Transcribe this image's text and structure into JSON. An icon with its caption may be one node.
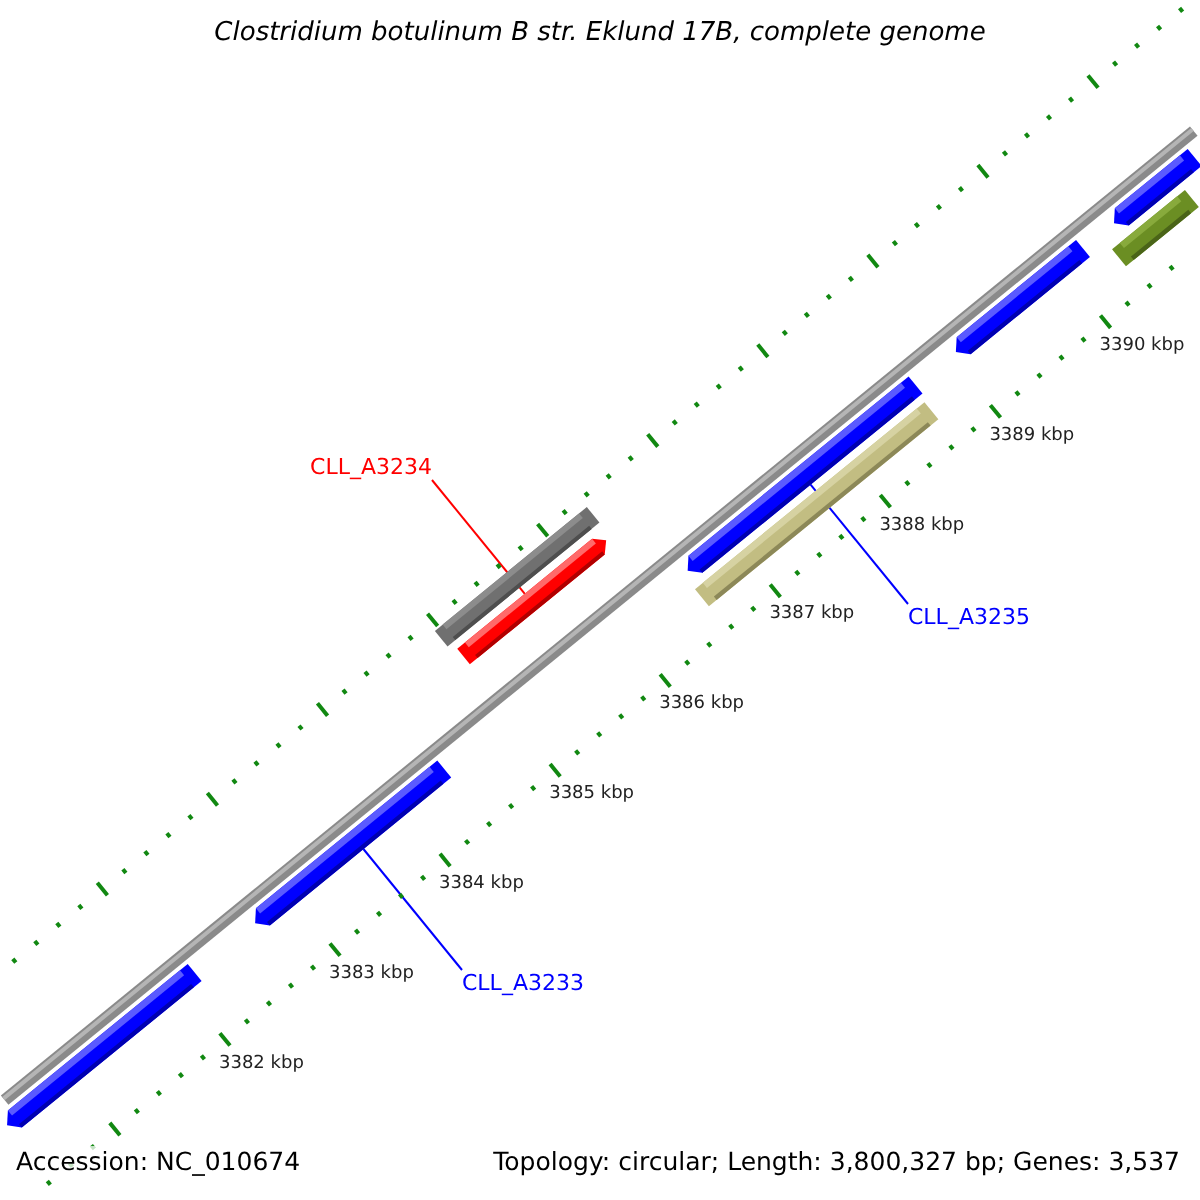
{
  "diagram": {
    "title": "Clostridium botulinum B str. Eklund 17B, complete genome",
    "nodes": [
      {
        "text": [
          "CLL_A3234"
        ]
      },
      {
        "text": [
          "CLL_A3235"
        ]
      },
      {
        "text": [
          "CLL_A3233"
        ]
      },
      {
        "text": [],
        "shape": "bar"
      },
      {
        "text": [],
        "shape": "bar"
      },
      {
        "text": [],
        "shape": "bar"
      },
      {
        "text": [],
        "shape": "bar"
      },
      {
        "text": [],
        "shape": "bar"
      },
      {
        "text": [],
        "shape": "bar"
      },
      {
        "text": [],
        "shape": "bar"
      },
      {
        "text": [],
        "shape": "bar"
      },
      {
        "text": [],
        "shape": "bar"
      }
    ],
    "edges": [
      {
        "from": 0,
        "to": 6,
        "arrow": "none",
        "color": "#ff0000"
      },
      {
        "from": 1,
        "to": 8,
        "arrow": "none"
      },
      {
        "from": 2,
        "to": 4,
        "arrow": "none"
      }
    ],
    "labels": [
      "3382 kbp",
      "3383 kbp",
      "3384 kbp",
      "3385 kbp",
      "3386 kbp",
      "3387 kbp",
      "3388 kbp",
      "3389 kbp",
      "3390 kbp",
      "Accession: NC_010674",
      "Topology: circular; Length: 3,800,327 bp; Genes: 3,537"
    ]
  }
}
